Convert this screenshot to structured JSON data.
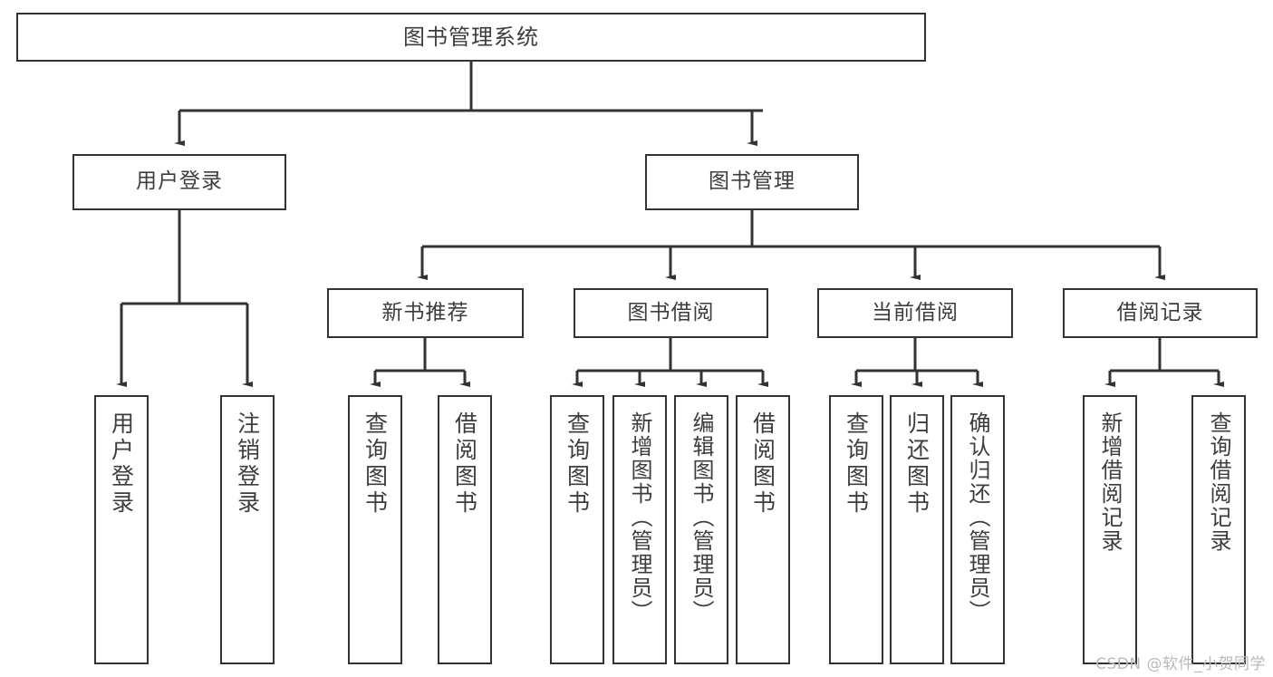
{
  "diagram": {
    "title": "图书管理系统",
    "type": "tree-hierarchy-chart",
    "stroke_color": "#333333",
    "text_color": "#3d3d3d",
    "background_color": "#ffffff"
  },
  "nodes": {
    "root": {
      "label": "图书管理系统"
    },
    "level2": [
      {
        "label": "用户登录"
      },
      {
        "label": "图书管理"
      }
    ],
    "level3": [
      {
        "label": "新书推荐"
      },
      {
        "label": "图书借阅"
      },
      {
        "label": "当前借阅"
      },
      {
        "label": "借阅记录"
      }
    ],
    "leaves": {
      "user_login": [
        {
          "label": "用户登录"
        },
        {
          "label": "注销登录"
        }
      ],
      "new_book_recommend": [
        {
          "label": "查询图书"
        },
        {
          "label": "借阅图书"
        }
      ],
      "book_borrow": [
        {
          "label": "查询图书"
        },
        {
          "label": "新增图书（管理员）"
        },
        {
          "label": "编辑图书（管理员）"
        },
        {
          "label": "借阅图书"
        }
      ],
      "current_borrow": [
        {
          "label": "查询图书"
        },
        {
          "label": "归还图书"
        },
        {
          "label": "确认归还（管理员）"
        }
      ],
      "borrow_record": [
        {
          "label": "新增借阅记录"
        },
        {
          "label": "查询借阅记录"
        }
      ]
    }
  },
  "watermark": {
    "text": "CSDN @软件_小贺同学"
  }
}
